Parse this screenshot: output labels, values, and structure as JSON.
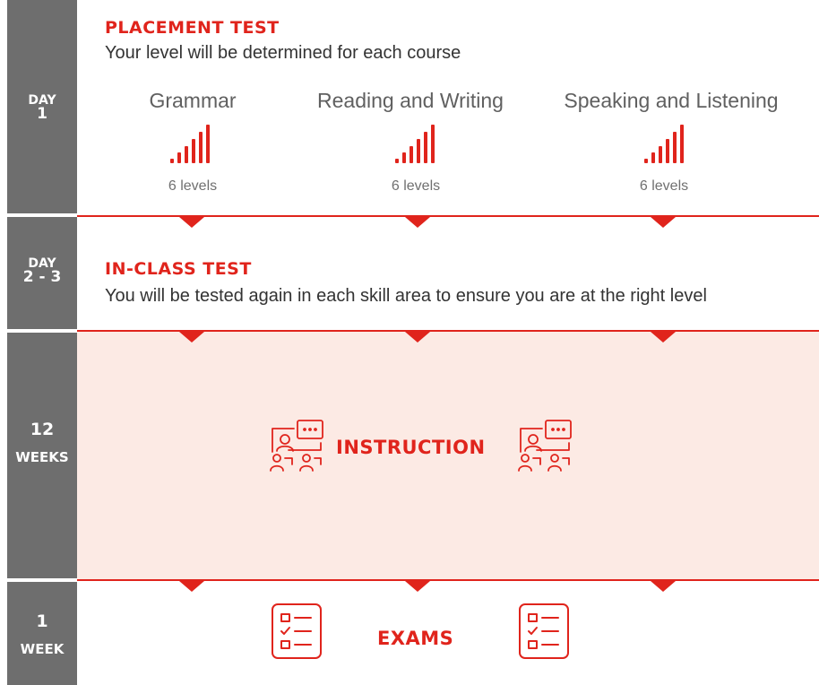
{
  "colors": {
    "accent": "#e0241c",
    "sidebar": "#6e6e6e",
    "instruction_bg": "#fceae4"
  },
  "sidebar": {
    "day1": {
      "line1": "DAY",
      "line2": "1"
    },
    "day23": {
      "line1": "DAY",
      "line2": "2 - 3"
    },
    "weeks12": {
      "line1": "12",
      "line2": "WEEKS"
    },
    "week1": {
      "line1": "1",
      "line2": "WEEK"
    }
  },
  "placement": {
    "title": "PLACEMENT TEST",
    "subtitle": "Your level will be determined for each course",
    "courses": [
      {
        "name": "Grammar",
        "levels": "6 levels",
        "icon": "signal-bars-icon"
      },
      {
        "name": "Reading and Writing",
        "levels": "6 levels",
        "icon": "signal-bars-icon"
      },
      {
        "name": "Speaking and Listening",
        "levels": "6 levels",
        "icon": "signal-bars-icon"
      }
    ]
  },
  "inclass": {
    "title": "IN-CLASS TEST",
    "subtitle": "You will be tested again in each skill area to ensure you are at the right level"
  },
  "instruction": {
    "label": "INSTRUCTION",
    "icon": "classroom-icon"
  },
  "exams": {
    "label": "EXAMS",
    "icon": "checklist-icon"
  }
}
